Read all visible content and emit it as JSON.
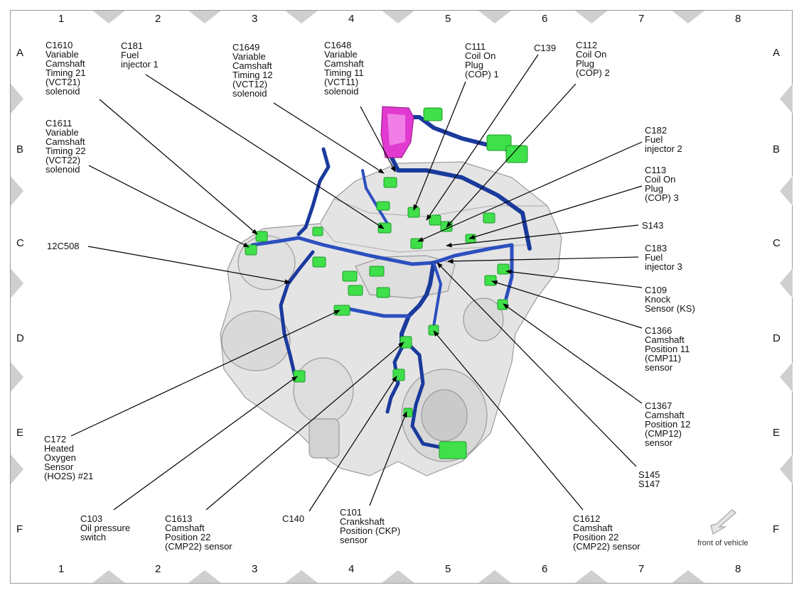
{
  "grid": {
    "columns": [
      "1",
      "2",
      "3",
      "4",
      "5",
      "6",
      "7",
      "8"
    ],
    "rows": [
      "A",
      "B",
      "C",
      "D",
      "E",
      "F"
    ]
  },
  "labels": {
    "c1610": "C1610\nVariable\nCamshaft\nTiming 21\n(VCT21)\nsolenoid",
    "c181": "C181\nFuel\ninjector 1",
    "c1649": "C1649\nVariable\nCamshaft\nTiming 12\n(VCT12)\nsolenoid",
    "c1648": "C1648\nVariable\nCamshaft\nTiming 11\n(VCT11)\nsolenoid",
    "c111": "C111\nCoil On\nPlug\n(COP) 1",
    "c139": "C139",
    "c112": "C112\nCoil On\nPlug\n(COP) 2",
    "c1611": "C1611\nVariable\nCamshaft\nTiming 22\n(VCT22)\nsolenoid",
    "c182": "C182\nFuel\ninjector 2",
    "c113": "C113\nCoil On\nPlug\n(COP) 3",
    "c12c508": "12C508",
    "s143": "S143",
    "c183": "C183\nFuel\ninjector 3",
    "c109": "C109\nKnock\nSensor (KS)",
    "c1366": "C1366\nCamshaft\nPosition 11\n(CMP11)\nsensor",
    "c1367": "C1367\nCamshaft\nPosition 12\n(CMP12)\nsensor",
    "c172": "C172\nHeated\nOxygen\nSensor\n(HO2S) #21",
    "s145": "S145\nS147",
    "c103": "C103\nOil pressure\nswitch",
    "c1613": "C1613\nCamshaft\nPosition 22\n(CMP22) sensor",
    "c140": "C140",
    "c101": "C101\nCrankshaft\nPosition (CKP)\nsensor",
    "c1612": "C1612\nCamshaft\nPosition 22\n(CMP22) sensor",
    "front": "front of vehicle"
  },
  "colors": {
    "harness": "#1a3a9c",
    "harness_light": "#3f63d0",
    "connector": "#3fe04a",
    "connector_dark": "#1d9a2a",
    "module": "#e03ad0",
    "engine_fill": "#e4e4e4",
    "engine_line": "#9b9b9b",
    "grid_marker": "#cfcfcf",
    "leader": "#000000"
  }
}
